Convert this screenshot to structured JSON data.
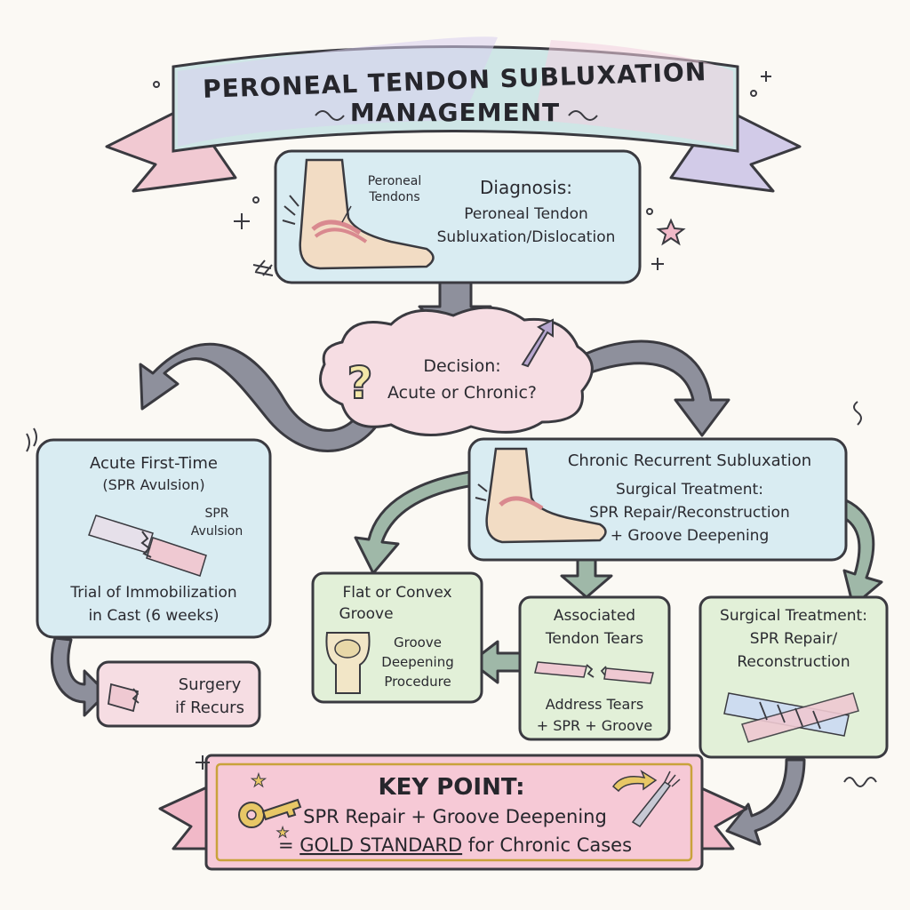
{
  "banner": {
    "line1": "PERONEAL TENDON SUBLUXATION",
    "line2": "MANAGEMENT"
  },
  "diagnosis": {
    "label_line1": "Peroneal",
    "label_line2": "Tendons",
    "title": "Diagnosis:",
    "line1": "Peroneal Tendon",
    "line2": "Subluxation/Dislocation"
  },
  "decision": {
    "line1": "Decision:",
    "line2": "Acute or Chronic?"
  },
  "acute": {
    "title": "Acute First-Time",
    "subtitle": "(SPR Avulsion)",
    "img_label_line1": "SPR",
    "img_label_line2": "Avulsion",
    "body_line1": "Trial of Immobilization",
    "body_line2": "in Cast (6 weeks)"
  },
  "surgery_recurs": {
    "line1": "Surgery",
    "line2": "if Recurs"
  },
  "chronic": {
    "title": "Chronic Recurrent Subluxation",
    "line1": "Surgical Treatment:",
    "line2": "SPR Repair/Reconstruction",
    "line3": "+ Groove Deepening"
  },
  "flat_groove": {
    "title_line1": "Flat or Convex",
    "title_line2": "Groove",
    "line1": "Groove",
    "line2": "Deepening",
    "line3": "Procedure"
  },
  "tendon_tears": {
    "title_line1": "Associated",
    "title_line2": "Tendon Tears",
    "line1": "Address Tears",
    "line2": "+ SPR + Groove"
  },
  "surgical_repair": {
    "line1": "Surgical Treatment:",
    "line2": "SPR Repair/",
    "line3": "Reconstruction"
  },
  "key_point": {
    "title": "KEY POINT:",
    "line1": "SPR Repair + Groove Deepening",
    "line2_prefix": "= ",
    "line2_highlight": "GOLD STANDARD",
    "line2_suffix": " for Chronic Cases"
  },
  "colors": {
    "blue_box": "#d9ecf2",
    "green_box": "#e2f0d8",
    "pink_box": "#f6dde3",
    "outline": "#3a3a40",
    "arrow_gray": "#8e909c",
    "arrow_green": "#9fb8a8",
    "gold": "#c9a23a"
  }
}
